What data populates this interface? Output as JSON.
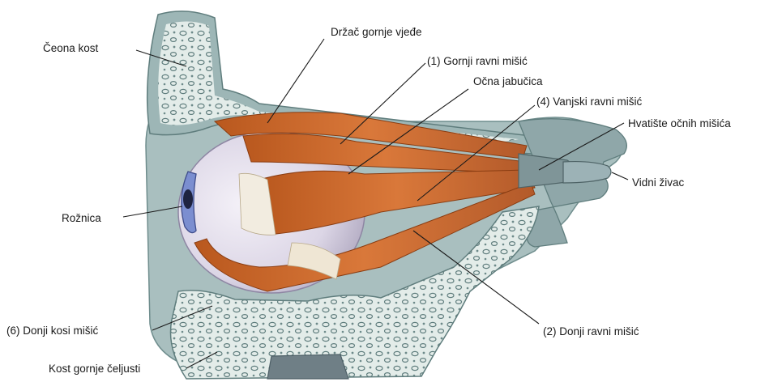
{
  "labels": {
    "frontal_bone": "Čeona kost",
    "levator": "Držač gornje vjeđe",
    "superior_rectus": "(1) Gornji ravni mišić",
    "eyeball": "Očna jabučica",
    "lateral_rectus": "(4) Vanjski ravni mišić",
    "tendon_ring": "Hvatište očnih mišića",
    "optic_nerve": "Vidni živac",
    "cornea": "Rožnica",
    "inferior_oblique": "(6) Donji kosi mišić",
    "maxilla": "Kost gornje čeljusti",
    "inferior_rectus": "(2) Donji ravni mišić"
  },
  "colors": {
    "bone": "#9fb8b8",
    "bone_spongy": "#dfe9e7",
    "muscle": "#c8692a",
    "eyeball": "#ddd8e6",
    "iris": "#5c6aa8",
    "nerve": "#8fa6ab"
  }
}
